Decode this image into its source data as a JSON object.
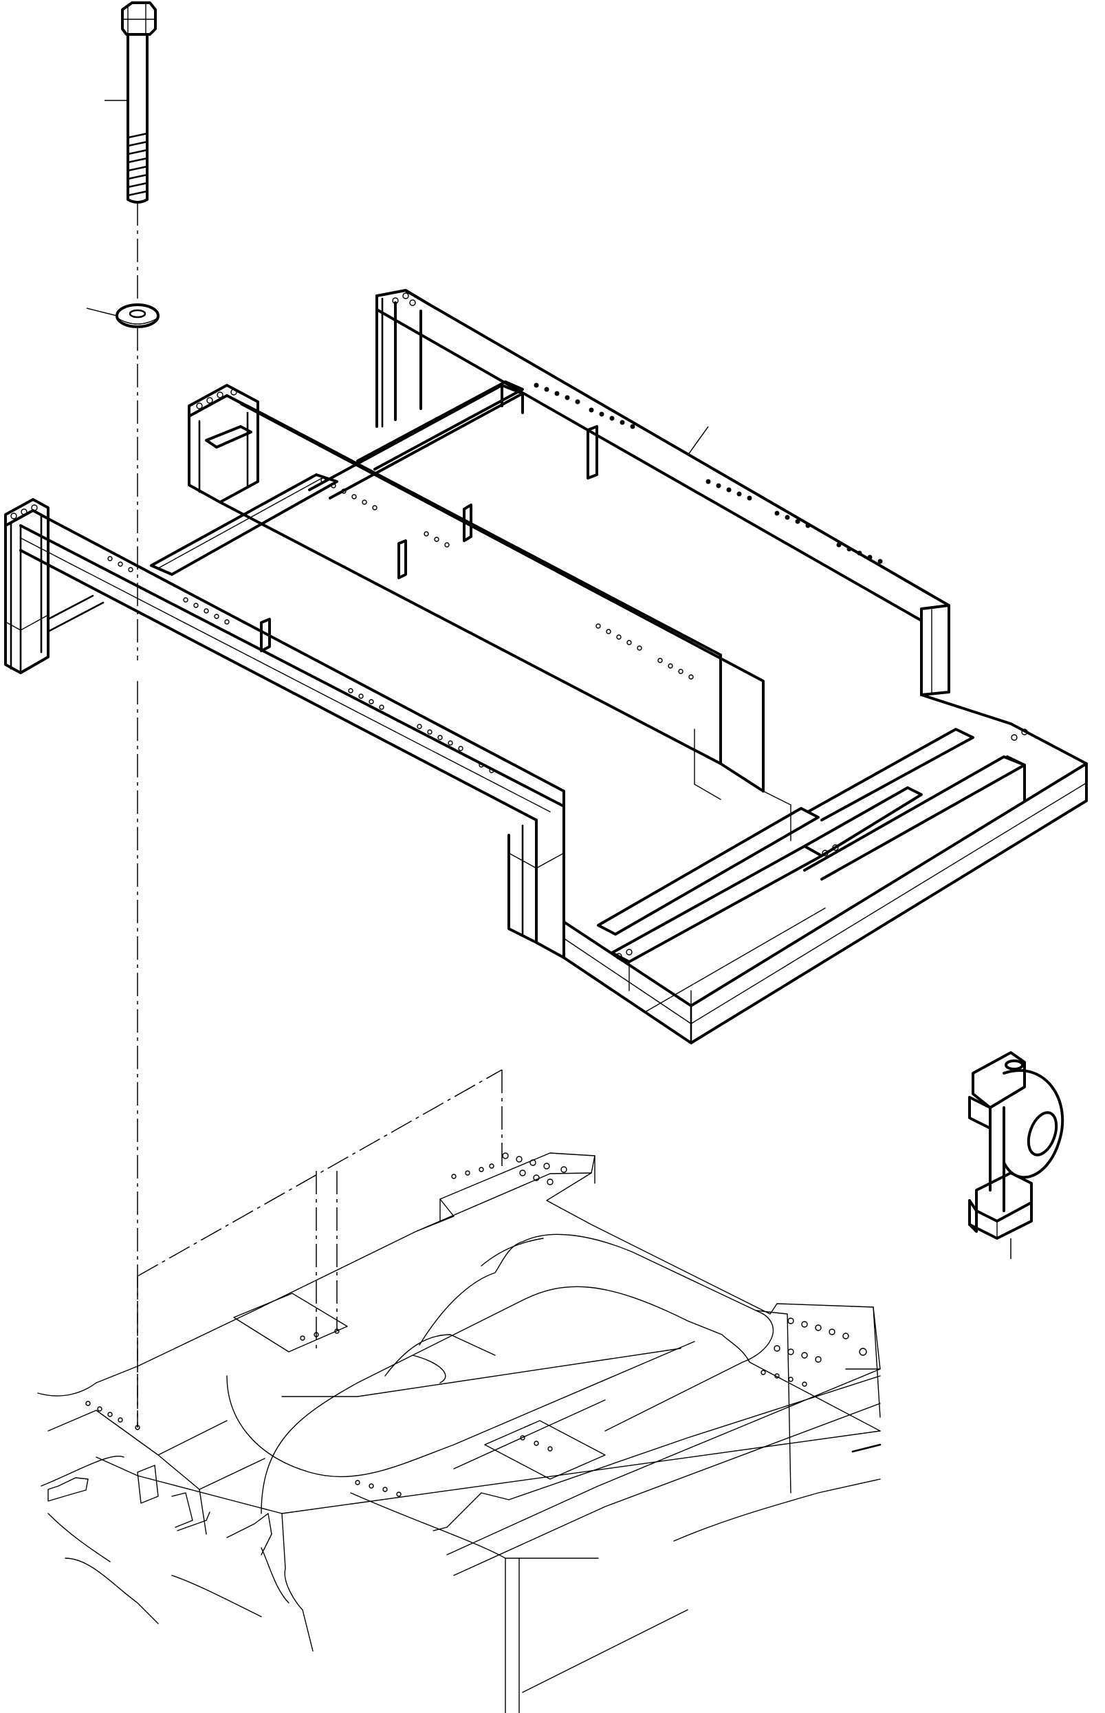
{
  "drawing": {
    "kind": "exploded isometric parts illustration",
    "parts": [
      {
        "id": "bolt",
        "icon": "hex-bolt-icon"
      },
      {
        "id": "washer",
        "icon": "flat-washer-icon"
      },
      {
        "id": "subframe",
        "icon": "frame-icon"
      },
      {
        "id": "lock-pin",
        "icon": "pin-icon"
      },
      {
        "id": "mainframe",
        "icon": "frame-icon"
      }
    ],
    "colors": {
      "line": "#000000",
      "background": "#ffffff"
    }
  }
}
